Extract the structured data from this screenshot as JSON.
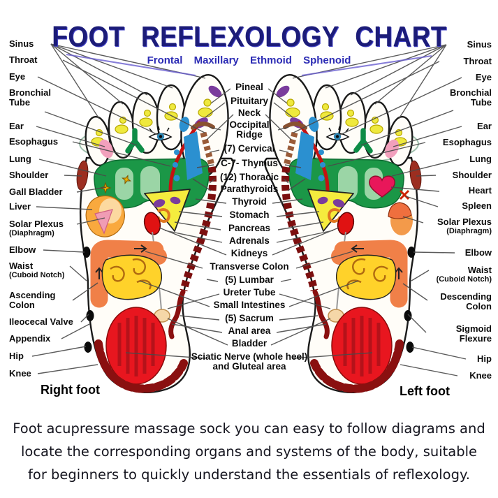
{
  "title": "FOOT REFLEXOLOGY CHART",
  "subtitle": "Frontal Maxillary Ethmoid Sphenoid",
  "labels": {
    "left": [
      {
        "lines": [
          "Sinus"
        ]
      },
      {
        "lines": [
          "Throat"
        ]
      },
      {
        "lines": [
          "Eye"
        ]
      },
      {
        "lines": [
          "Bronchial",
          "Tube"
        ]
      },
      {
        "lines": [
          "Ear"
        ]
      },
      {
        "lines": [
          "Esophagus"
        ]
      },
      {
        "lines": [
          "Lung"
        ]
      },
      {
        "lines": [
          "Shoulder"
        ]
      },
      {
        "lines": [
          "Gall Bladder"
        ]
      },
      {
        "lines": [
          "Liver"
        ]
      },
      {
        "lines": [
          "Solar Plexus",
          "(Diaphragm)"
        ]
      },
      {
        "lines": [
          "Elbow"
        ]
      },
      {
        "lines": [
          "Waist",
          "(Cuboid Notch)"
        ]
      },
      {
        "lines": [
          "Ascending",
          "Colon"
        ]
      },
      {
        "lines": [
          "Ileocecal Valve"
        ]
      },
      {
        "lines": [
          "Appendix"
        ]
      },
      {
        "lines": [
          "Hip"
        ]
      },
      {
        "lines": [
          "Knee"
        ]
      }
    ],
    "center": [
      {
        "lines": [
          "Pineal"
        ]
      },
      {
        "lines": [
          "Pituitary"
        ]
      },
      {
        "lines": [
          "Neck"
        ]
      },
      {
        "lines": [
          "Occipital",
          "Ridge"
        ]
      },
      {
        "lines": [
          "(7) Cervical"
        ]
      },
      {
        "lines": [
          "C-7- Thymus"
        ]
      },
      {
        "lines": [
          "(12) Thoracic"
        ]
      },
      {
        "lines": [
          "Parathyroids"
        ]
      },
      {
        "lines": [
          "Thyroid"
        ]
      },
      {
        "lines": [
          "Stomach"
        ]
      },
      {
        "lines": [
          "Pancreas"
        ]
      },
      {
        "lines": [
          "Adrenals"
        ]
      },
      {
        "lines": [
          "Kidneys"
        ]
      },
      {
        "lines": [
          "Transverse Colon"
        ]
      },
      {
        "lines": [
          "(5) Lumbar"
        ]
      },
      {
        "lines": [
          "Ureter Tube"
        ]
      },
      {
        "lines": [
          "Small Intestines"
        ]
      },
      {
        "lines": [
          "(5) Sacrum"
        ]
      },
      {
        "lines": [
          "Anal area"
        ]
      },
      {
        "lines": [
          "Bladder"
        ]
      },
      {
        "lines": [
          "Sciatic Nerve (whole heel)",
          "and Gluteal area"
        ]
      }
    ],
    "right": [
      {
        "lines": [
          "Sinus"
        ]
      },
      {
        "lines": [
          "Throat"
        ]
      },
      {
        "lines": [
          "Eye"
        ]
      },
      {
        "lines": [
          "Bronchial",
          "Tube"
        ]
      },
      {
        "lines": [
          "Ear"
        ]
      },
      {
        "lines": [
          "Esophagus"
        ]
      },
      {
        "lines": [
          "Lung"
        ]
      },
      {
        "lines": [
          "Shoulder"
        ]
      },
      {
        "lines": [
          "Heart"
        ]
      },
      {
        "lines": [
          "Spleen"
        ]
      },
      {
        "lines": [
          "Solar Plexus",
          "(Diaphragm)"
        ]
      },
      {
        "lines": [
          "Elbow"
        ]
      },
      {
        "lines": [
          "Waist",
          "(Cuboid Notch)"
        ]
      },
      {
        "lines": [
          "Descending",
          "Colon"
        ]
      },
      {
        "lines": [
          "Sigmoid",
          "Flexure"
        ]
      },
      {
        "lines": [
          "Hip"
        ]
      },
      {
        "lines": [
          "Knee"
        ]
      }
    ]
  },
  "footer": {
    "right_foot": "Right foot",
    "left_foot": "Left foot"
  },
  "caption": {
    "lines": [
      "Foot acupressure massage sock you can easy to follow diagrams and",
      "locate the corresponding organs and systems of the body, suitable",
      "for beginners to quickly understand the essentials of reflexology."
    ]
  },
  "colors": {
    "title_navy": "#1c1c78",
    "subtitle_blue": "#2b2bb4",
    "lung_green": "#1b9747",
    "heel_red": "#e8161f",
    "colon_orange": "#f08048",
    "intestine_yellow": "#ffd22a",
    "stomach_yellow": "#f5ec3e",
    "stripe_blue": "#2b90d0",
    "organ_purple": "#7a3c9c",
    "spine_brown": "#9a5b38",
    "bead_red": "#7c0f0f",
    "heart_pink": "#e8175a",
    "liver_orange": "#f9a93e",
    "sinus_yellow": "#efe93d"
  }
}
